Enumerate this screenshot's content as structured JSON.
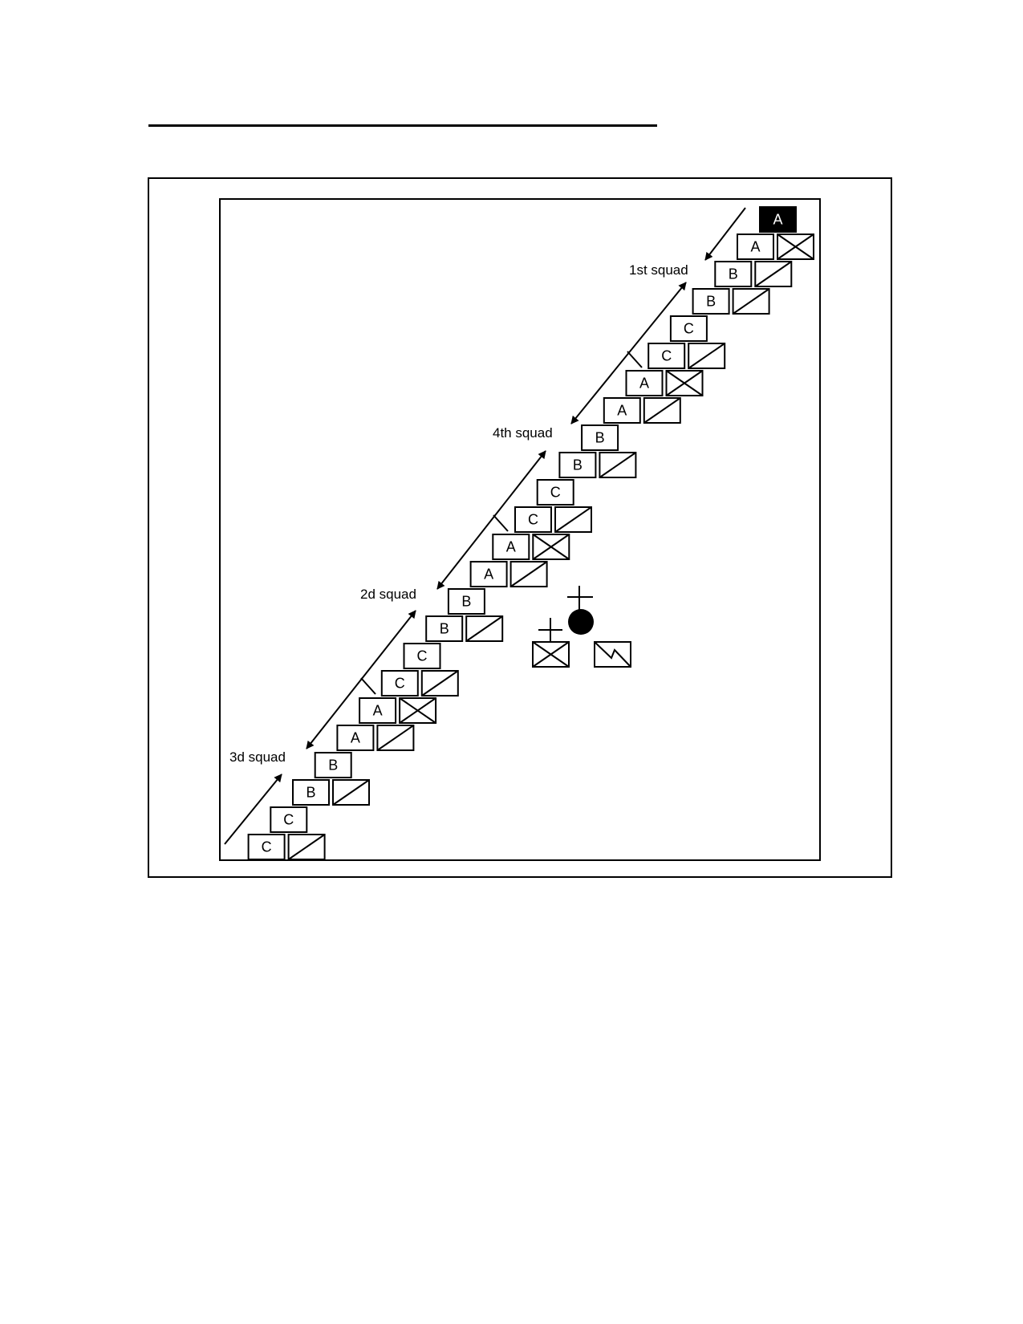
{
  "squad_labels": {
    "first": "1st squad",
    "fourth": "4th squad",
    "second": "2d squad",
    "third": "3d squad"
  },
  "lead_vehicle": {
    "letter": "A",
    "fill": "#000000",
    "text_color": "#ffffff"
  },
  "vehicles": [
    {
      "letter": "A",
      "symbol": "cross"
    },
    {
      "letter": "B",
      "symbol": "slash"
    },
    {
      "letter": "B",
      "symbol": "slash"
    },
    {
      "letter": "C",
      "symbol": "none"
    },
    {
      "letter": "C",
      "symbol": "slash"
    },
    {
      "letter": "A",
      "symbol": "cross"
    },
    {
      "letter": "A",
      "symbol": "slash"
    },
    {
      "letter": "B",
      "symbol": "none"
    },
    {
      "letter": "B",
      "symbol": "slash"
    },
    {
      "letter": "C",
      "symbol": "none"
    },
    {
      "letter": "C",
      "symbol": "slash"
    },
    {
      "letter": "A",
      "symbol": "cross"
    },
    {
      "letter": "A",
      "symbol": "slash"
    },
    {
      "letter": "B",
      "symbol": "none"
    },
    {
      "letter": "B",
      "symbol": "slash"
    },
    {
      "letter": "C",
      "symbol": "none"
    },
    {
      "letter": "C",
      "symbol": "slash"
    },
    {
      "letter": "A",
      "symbol": "cross"
    },
    {
      "letter": "A",
      "symbol": "slash"
    },
    {
      "letter": "B",
      "symbol": "none"
    },
    {
      "letter": "B",
      "symbol": "slash"
    },
    {
      "letter": "C",
      "symbol": "none"
    },
    {
      "letter": "C",
      "symbol": "slash"
    }
  ],
  "hq_symbols": [
    {
      "type": "leader-dot-with-cross"
    },
    {
      "type": "box-with-x-and-cross"
    },
    {
      "type": "box-with-zigzag"
    }
  ]
}
